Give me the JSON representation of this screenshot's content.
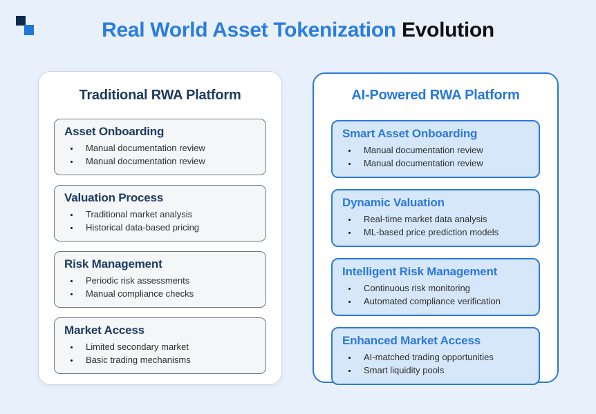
{
  "title": {
    "accent": "Real World Asset Tokenization",
    "rest": "Evolution"
  },
  "logo": {
    "dark_square_color": "#0e2a4d",
    "blue_square_color": "#2176d9"
  },
  "colors": {
    "background": "#e8f1fb",
    "title_accent_blue": "#2b7ce0",
    "navy_heading": "#1c3a5e",
    "ai_blue": "#2778d8",
    "traditional_card_bg": "#f4f6f8",
    "ai_card_bg": "#d7e7fa",
    "bullet_text": "#2e2e2e"
  },
  "panels": [
    {
      "id": "traditional",
      "header": "Traditional RWA Platform",
      "cards": [
        {
          "title": "Asset Onboarding",
          "bullets": [
            "Manual documentation review",
            "Manual documentation review"
          ]
        },
        {
          "title": "Valuation Process",
          "bullets": [
            "Traditional market analysis",
            "Historical data-based pricing"
          ]
        },
        {
          "title": "Risk Management",
          "bullets": [
            "Periodic risk assessments",
            "Manual compliance checks"
          ]
        },
        {
          "title": "Market Access",
          "bullets": [
            "Limited secondary market",
            "Basic trading mechanisms"
          ]
        }
      ]
    },
    {
      "id": "ai",
      "header": "AI-Powered RWA Platform",
      "cards": [
        {
          "title": "Smart Asset Onboarding",
          "bullets": [
            "Manual documentation review",
            "Manual documentation review"
          ]
        },
        {
          "title": "Dynamic Valuation",
          "bullets": [
            "Real-time market data analysis",
            "ML-based price prediction models"
          ]
        },
        {
          "title": "Intelligent Risk Management",
          "bullets": [
            "Continuous risk monitoring",
            "Automated compliance verification"
          ]
        },
        {
          "title": "Enhanced Market Access",
          "bullets": [
            "AI-matched trading opportunities",
            "Smart liquidity pools"
          ]
        }
      ]
    }
  ]
}
